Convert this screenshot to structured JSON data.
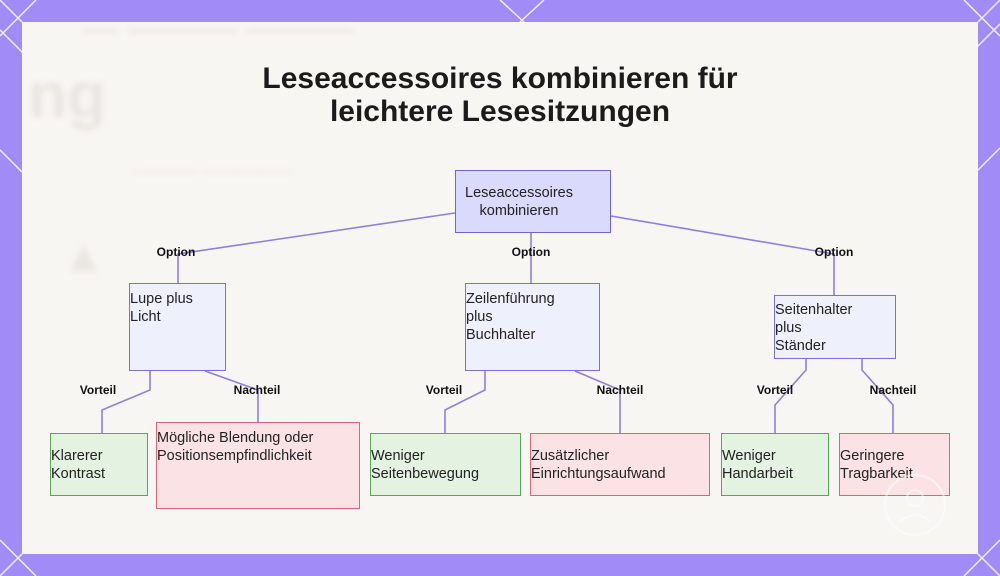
{
  "title": {
    "line1": "Leseaccessoires kombinieren für",
    "line2": "leichtere Lesesitzungen"
  },
  "root": {
    "line1": "Leseaccessoires",
    "line2": "kombinieren"
  },
  "edge_labels": {
    "option": "Option",
    "vorteil": "Vorteil",
    "nachteil": "Nachteil"
  },
  "options": [
    {
      "lines": [
        "Lupe plus",
        "Licht"
      ],
      "pro": [
        "Klarerer",
        "Kontrast"
      ],
      "con": [
        "Mögliche Blendung oder",
        "Positionsempfindlichkeit"
      ]
    },
    {
      "lines": [
        "Zeilenführung",
        "plus",
        "Buchhalter"
      ],
      "pro": [
        "Weniger",
        "Seitenbewegung"
      ],
      "con": [
        "Zusätzlicher",
        "Einrichtungsaufwand"
      ]
    },
    {
      "lines": [
        "Seitenhalter",
        "plus",
        "Ständer"
      ],
      "pro": [
        "Weniger",
        "Handarbeit"
      ],
      "con": [
        "Geringere",
        "Tragbarkeit"
      ]
    }
  ],
  "colors": {
    "background": "#a18cf7",
    "card": "#f8f6f3",
    "connector": "#8f7fdc",
    "root_fill": "#d9dafc",
    "pro_fill": "#e3f2e1",
    "con_fill": "#fbe3e5"
  }
}
